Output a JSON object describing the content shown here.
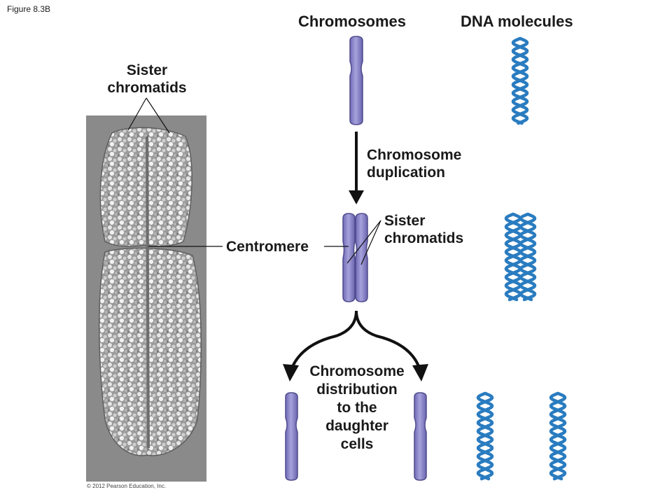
{
  "figure_label": "Figure 8.3B",
  "headers": {
    "chromosomes": "Chromosomes",
    "dna": "DNA molecules"
  },
  "labels": {
    "sister_chromatids_left_1": "Sister",
    "sister_chromatids_left_2": "chromatids",
    "centromere": "Centromere",
    "duplication_1": "Chromosome",
    "duplication_2": "duplication",
    "sister_chromatids_right_1": "Sister",
    "sister_chromatids_right_2": "chromatids",
    "distribution": [
      "Chromosome",
      "distribution",
      "to the",
      "daughter",
      "cells"
    ]
  },
  "copyright": "© 2012 Pearson Education, Inc.",
  "colors": {
    "chromosome_fill": "#8b86c9",
    "chromosome_edge": "#4f4a8c",
    "dna": "#2a7cc0",
    "arrow": "#111111"
  }
}
